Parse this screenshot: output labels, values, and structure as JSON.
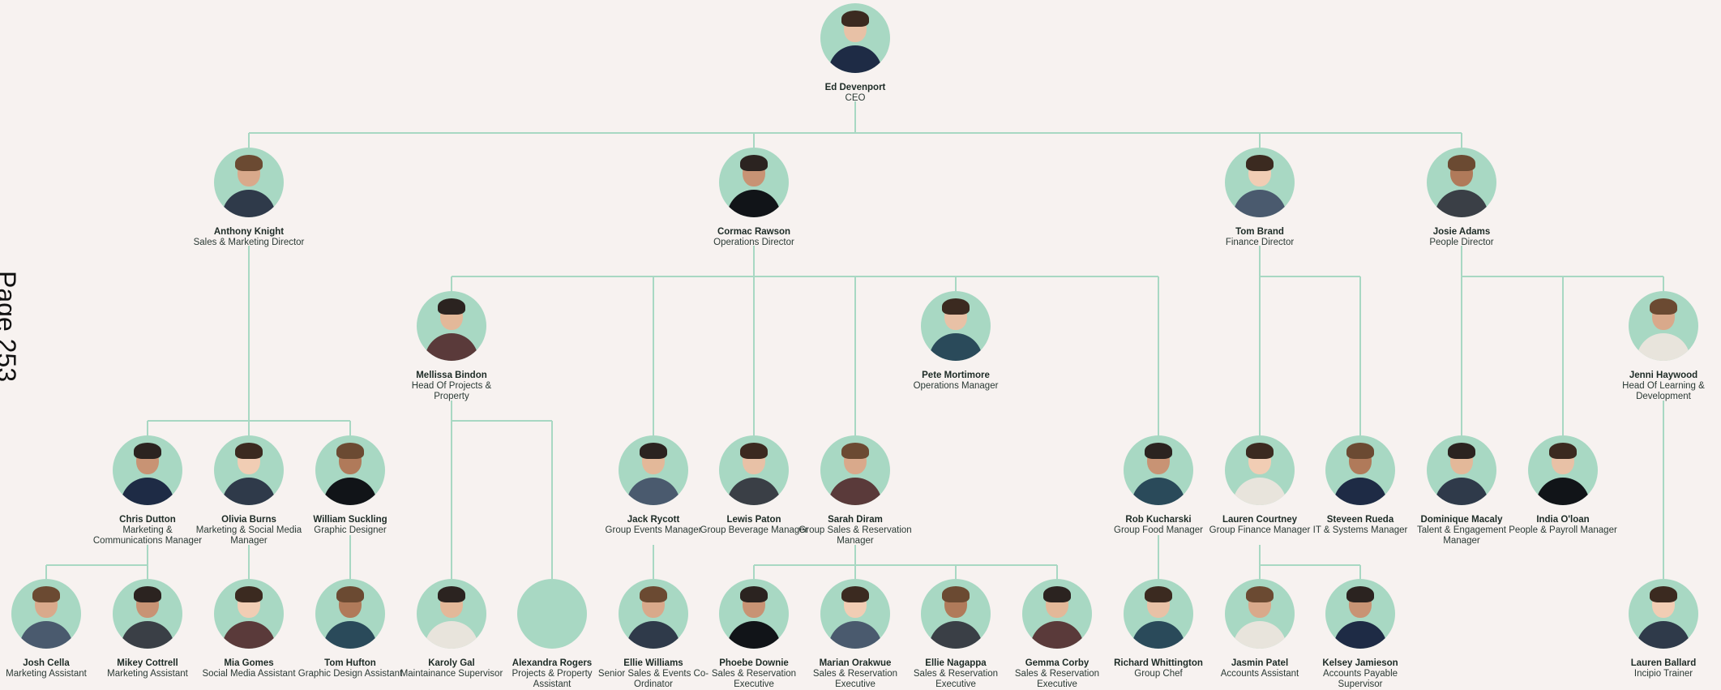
{
  "page_label": "Page 253",
  "colors": {
    "background": "#f7f2f0",
    "line": "#a8d8c3",
    "avatar_bg": "#a8d8c3"
  },
  "people": [
    {
      "id": "ed",
      "name": "Ed Devenport",
      "title": "CEO",
      "photo": true
    },
    {
      "id": "anthony",
      "name": "Anthony Knight",
      "title": "Sales & Marketing Director",
      "photo": true
    },
    {
      "id": "cormac",
      "name": "Cormac Rawson",
      "title": "Operations Director",
      "photo": true
    },
    {
      "id": "tom_b",
      "name": "Tom Brand",
      "title": "Finance Director",
      "photo": true
    },
    {
      "id": "josie",
      "name": "Josie Adams",
      "title": "People Director",
      "photo": true
    },
    {
      "id": "mellissa",
      "name": "Mellissa Bindon",
      "title": "Head Of Projects & Property",
      "photo": true
    },
    {
      "id": "pete",
      "name": "Pete Mortimore",
      "title": "Operations Manager",
      "photo": true
    },
    {
      "id": "jenni",
      "name": "Jenni Haywood",
      "title": "Head Of Learning & Development",
      "photo": true
    },
    {
      "id": "chris",
      "name": "Chris Dutton",
      "title": "Marketing & Communications Manager",
      "photo": true
    },
    {
      "id": "olivia",
      "name": "Olivia Burns",
      "title": "Marketing & Social Media Manager",
      "photo": true
    },
    {
      "id": "william",
      "name": "William Suckling",
      "title": "Graphic Designer",
      "photo": true
    },
    {
      "id": "jack",
      "name": "Jack Rycott",
      "title": "Group Events Manager",
      "photo": true
    },
    {
      "id": "lewis",
      "name": "Lewis Paton",
      "title": "Group Beverage Manager",
      "photo": true
    },
    {
      "id": "sarah",
      "name": "Sarah Diram",
      "title": "Group Sales & Reservation Manager",
      "photo": true
    },
    {
      "id": "rob",
      "name": "Rob Kucharski",
      "title": "Group Food Manager",
      "photo": true
    },
    {
      "id": "lauren_c",
      "name": "Lauren Courtney",
      "title": "Group Finance Manager",
      "photo": true
    },
    {
      "id": "steveen",
      "name": "Steveen Rueda",
      "title": "IT & Systems Manager",
      "photo": true
    },
    {
      "id": "dominique",
      "name": "Dominique Macaly",
      "title": "Talent & Engagement Manager",
      "photo": true
    },
    {
      "id": "india",
      "name": "India O'loan",
      "title": "People & Payroll Manager",
      "photo": true
    },
    {
      "id": "josh",
      "name": "Josh Cella",
      "title": "Marketing Assistant",
      "photo": true
    },
    {
      "id": "mikey",
      "name": "Mikey Cottrell",
      "title": "Marketing Assistant",
      "photo": true
    },
    {
      "id": "mia",
      "name": "Mia Gomes",
      "title": "Social Media Assistant",
      "photo": true
    },
    {
      "id": "tom_h",
      "name": "Tom Hufton",
      "title": "Graphic Design Assistant",
      "photo": true
    },
    {
      "id": "karoly",
      "name": "Karoly Gal",
      "title": "Maintainance Supervisor",
      "photo": true
    },
    {
      "id": "alexandra",
      "name": "Alexandra Rogers",
      "title": "Projects & Property Assistant",
      "photo": false
    },
    {
      "id": "ellie_w",
      "name": "Ellie Williams",
      "title": "Senior Sales & Events Co-Ordinator",
      "photo": true
    },
    {
      "id": "phoebe",
      "name": "Phoebe Downie",
      "title": "Sales & Reservation Executive",
      "photo": true
    },
    {
      "id": "marian",
      "name": "Marian Orakwue",
      "title": "Sales & Reservation Executive",
      "photo": true
    },
    {
      "id": "ellie_n",
      "name": "Ellie Nagappa",
      "title": "Sales & Reservation Executive",
      "photo": true
    },
    {
      "id": "gemma",
      "name": "Gemma Corby",
      "title": "Sales & Reservation Executive",
      "photo": true
    },
    {
      "id": "richard",
      "name": "Richard Whittington",
      "title": "Group Chef",
      "photo": true
    },
    {
      "id": "jasmin",
      "name": "Jasmin Patel",
      "title": "Accounts Assistant",
      "photo": true
    },
    {
      "id": "kelsey",
      "name": "Kelsey Jamieson",
      "title": "Accounts Payable Supervisor",
      "photo": true
    },
    {
      "id": "lauren_b",
      "name": "Lauren Ballard",
      "title": "Incipio Trainer",
      "photo": true
    }
  ],
  "reports_to": {
    "anthony": "ed",
    "cormac": "ed",
    "tom_b": "ed",
    "josie": "ed",
    "chris": "anthony",
    "olivia": "anthony",
    "william": "anthony",
    "mellissa": "cormac",
    "jack": "cormac",
    "lewis": "cormac",
    "sarah": "cormac",
    "pete": "cormac",
    "rob": "cormac",
    "lauren_c": "tom_b",
    "steveen": "tom_b",
    "dominique": "josie",
    "india": "josie",
    "jenni": "josie",
    "josh": "chris",
    "mikey": "chris",
    "mia": "olivia",
    "tom_h": "william",
    "karoly": "mellissa",
    "alexandra": "mellissa",
    "ellie_w": "jack",
    "phoebe": "sarah",
    "marian": "sarah",
    "ellie_n": "sarah",
    "gemma": "sarah",
    "richard": "rob",
    "jasmin": "lauren_c",
    "kelsey": "lauren_c",
    "lauren_b": "jenni"
  }
}
